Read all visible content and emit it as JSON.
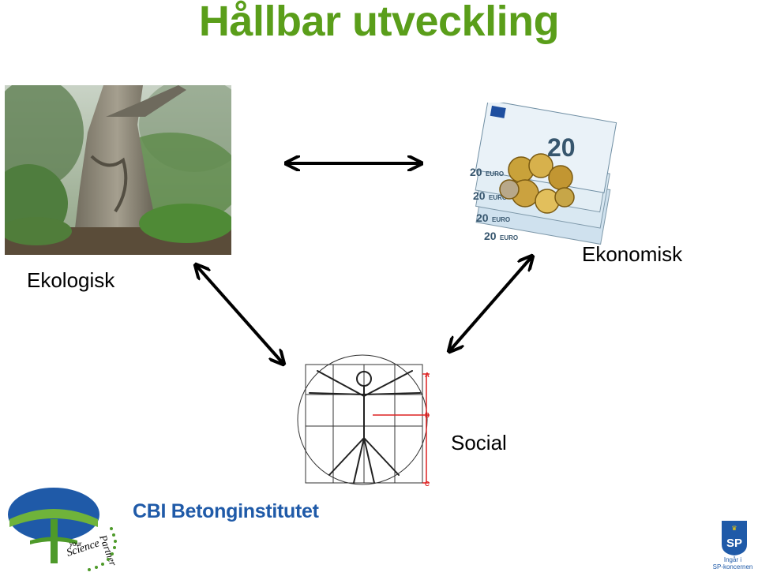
{
  "title": "Hållbar utveckling",
  "labels": {
    "ecological": "Ekologisk",
    "economic": "Ekonomisk",
    "social": "Social"
  },
  "images": {
    "forest": "forest-tree-photo",
    "money": "euro-banknotes-and-coins-photo",
    "vitruvian": "vitruvian-man-drawing"
  },
  "banknote_value": "20",
  "banknote_currency": "EURO",
  "vitruvian_marks": [
    "A",
    "B",
    "C"
  ],
  "logos": {
    "cbi": "CBI Betonginstitutet",
    "science_partner": [
      "your",
      "Science",
      "Partner"
    ],
    "sp_mark": "SP",
    "sp_caption_line1": "Ingår i",
    "sp_caption_line2": "SP-koncernen"
  },
  "colors": {
    "title": "#5a9e1a",
    "cbi_blue": "#1f5aa8",
    "logo_green": "#4e9a2a",
    "sp_blue": "#1f5aa8"
  }
}
